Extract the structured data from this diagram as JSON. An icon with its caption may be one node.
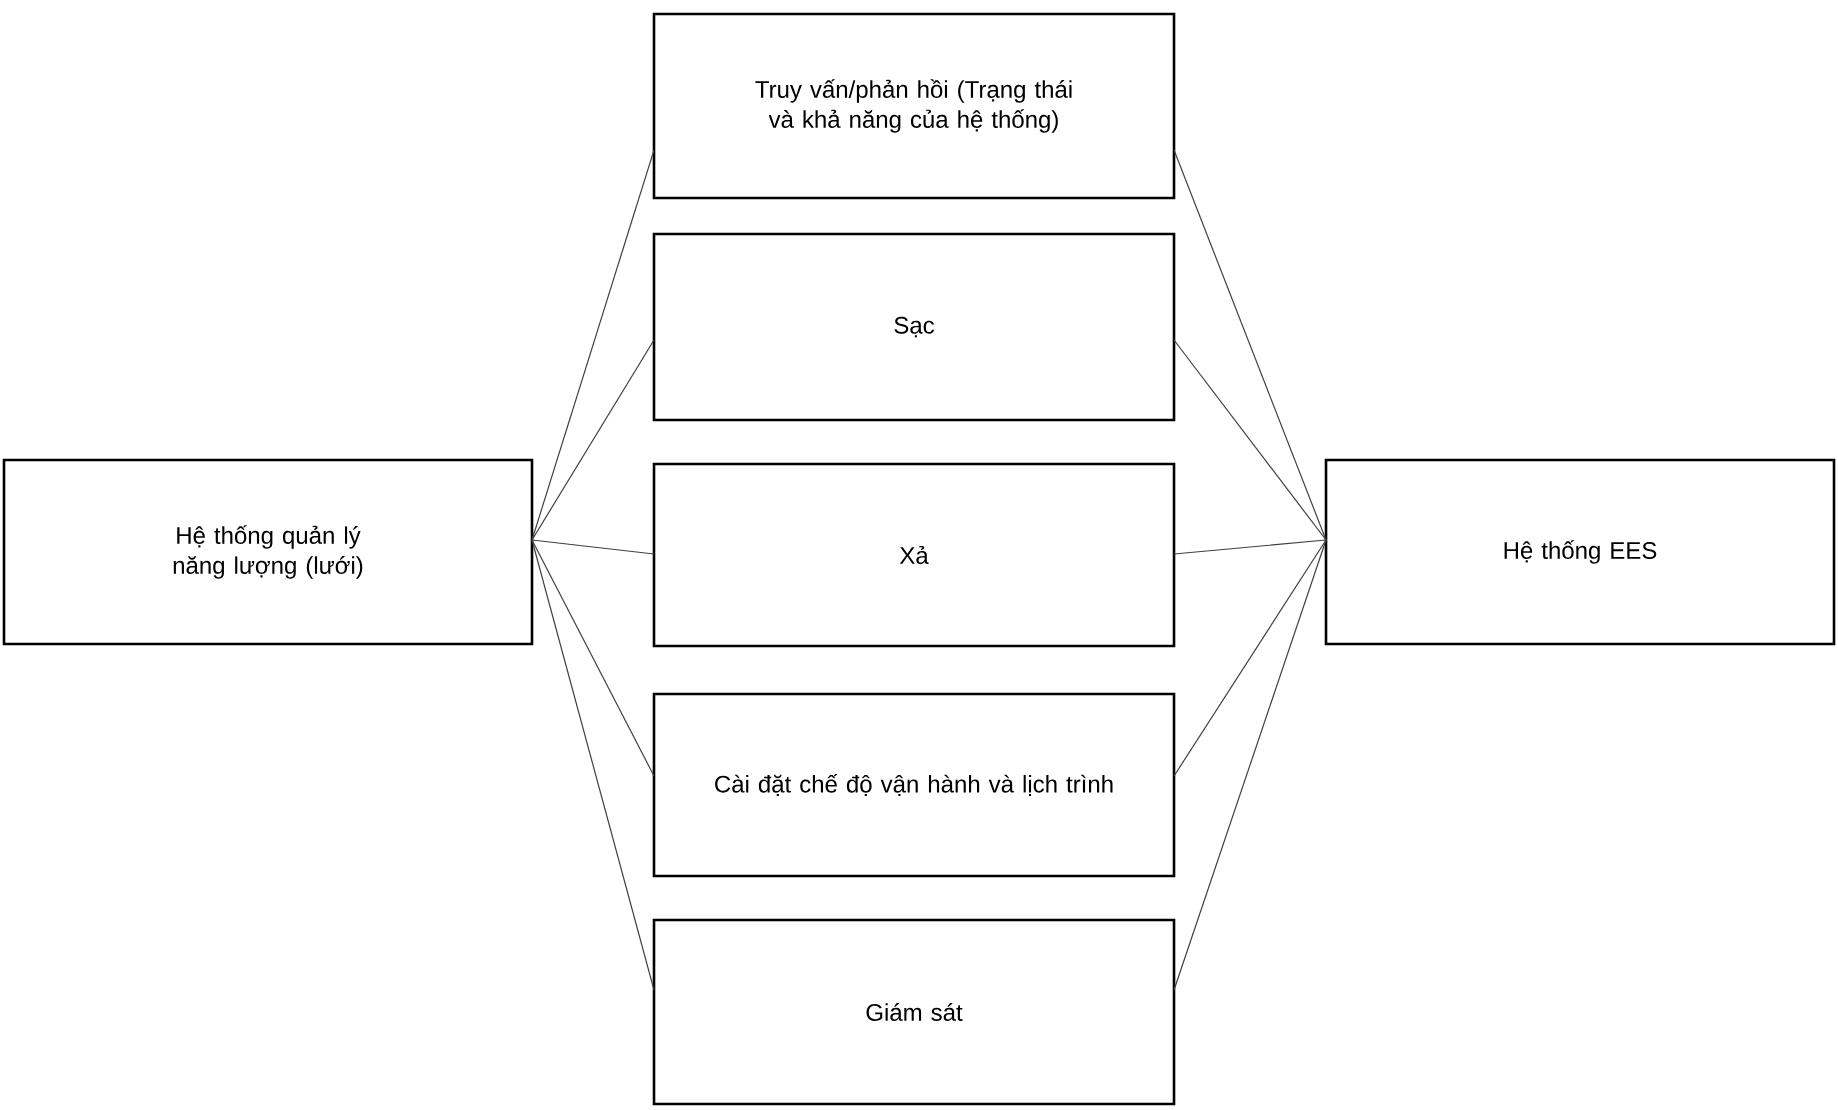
{
  "diagram": {
    "nodes": [
      {
        "text": [
          "Hệ thống quản lý năng lượng (lưới)"
        ]
      },
      {
        "text": [
          "Truy vấn/phản hồi (Trạng thái và khả năng của hệ thống)"
        ]
      },
      {
        "text": [
          "Sạc"
        ]
      },
      {
        "text": [
          "Xả"
        ]
      },
      {
        "text": [
          "Cài đặt chế độ vận hành và lịch trình"
        ]
      },
      {
        "text": [
          "Giám sát"
        ]
      },
      {
        "text": [
          "Hệ thống EES"
        ]
      }
    ],
    "edges": [
      {
        "from": 0,
        "to": 1,
        "arrow": "none"
      },
      {
        "from": 0,
        "to": 2,
        "arrow": "none"
      },
      {
        "from": 0,
        "to": 3,
        "arrow": "none"
      },
      {
        "from": 0,
        "to": 4,
        "arrow": "none"
      },
      {
        "from": 0,
        "to": 5,
        "arrow": "none"
      },
      {
        "from": 1,
        "to": 6,
        "arrow": "none"
      },
      {
        "from": 2,
        "to": 6,
        "arrow": "none"
      },
      {
        "from": 3,
        "to": 6,
        "arrow": "none"
      },
      {
        "from": 4,
        "to": 6,
        "arrow": "none"
      },
      {
        "from": 5,
        "to": 6,
        "arrow": "none"
      }
    ]
  }
}
